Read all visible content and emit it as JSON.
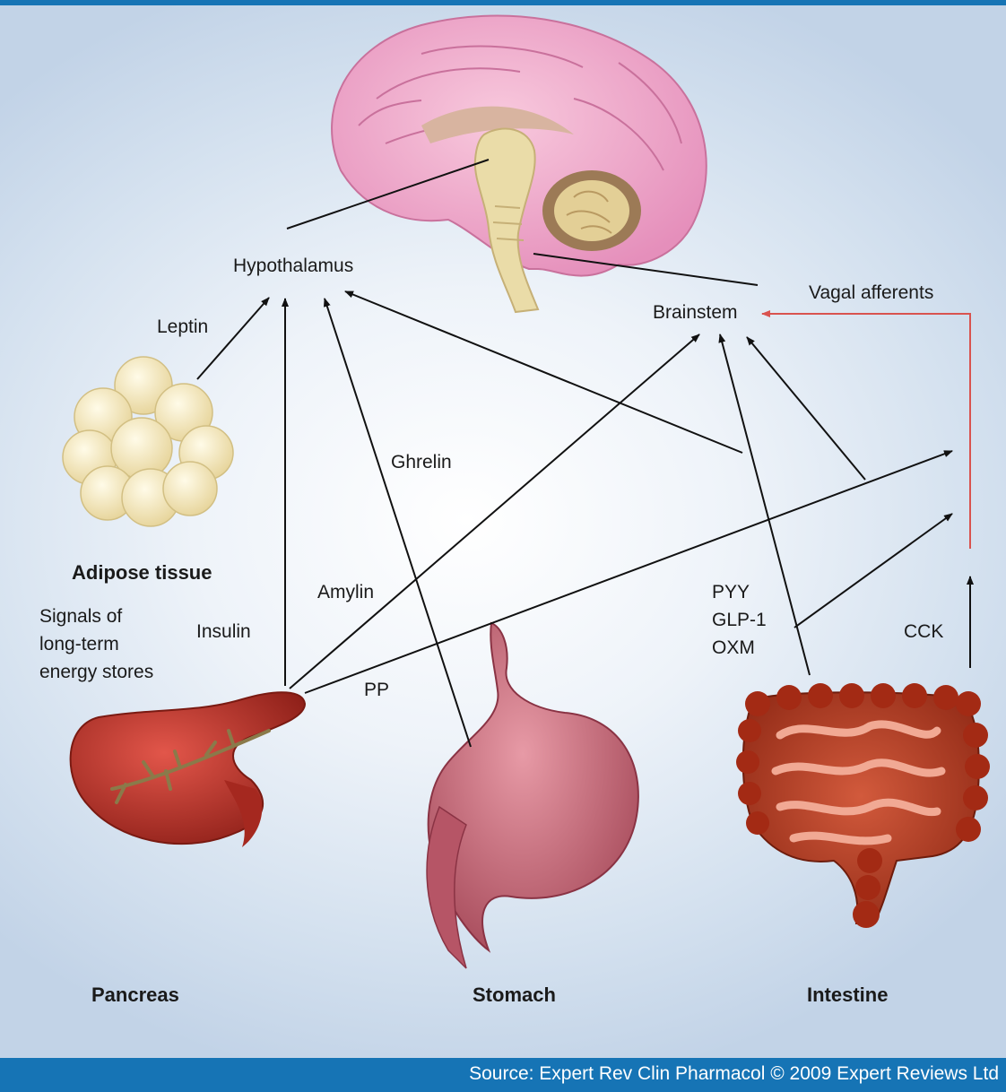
{
  "labels": {
    "hypothalamus": "Hypothalamus",
    "brainstem": "Brainstem",
    "vagal_afferents": "Vagal afferents",
    "leptin": "Leptin",
    "ghrelin": "Ghrelin",
    "amylin": "Amylin",
    "insulin": "Insulin",
    "pp": "PP",
    "peptides": "PYY\nGLP-1\nOXM",
    "cck": "CCK",
    "adipose": "Adipose tissue",
    "signals": "Signals of\nlong-term\nenergy stores",
    "pancreas": "Pancreas",
    "stomach": "Stomach",
    "intestine": "Intestine"
  },
  "footer": "Source: Expert Rev Clin Pharmacol © 2009 Expert Reviews Ltd",
  "colors": {
    "bar": "#1674b5",
    "arrow": "#111111",
    "vagal_arrow": "#d9534f",
    "brain": "#efa6c8",
    "fat": "#f2e4b4",
    "pancreas": "#b8322a",
    "stomach": "#c86272",
    "intestine": "#b33a22"
  }
}
